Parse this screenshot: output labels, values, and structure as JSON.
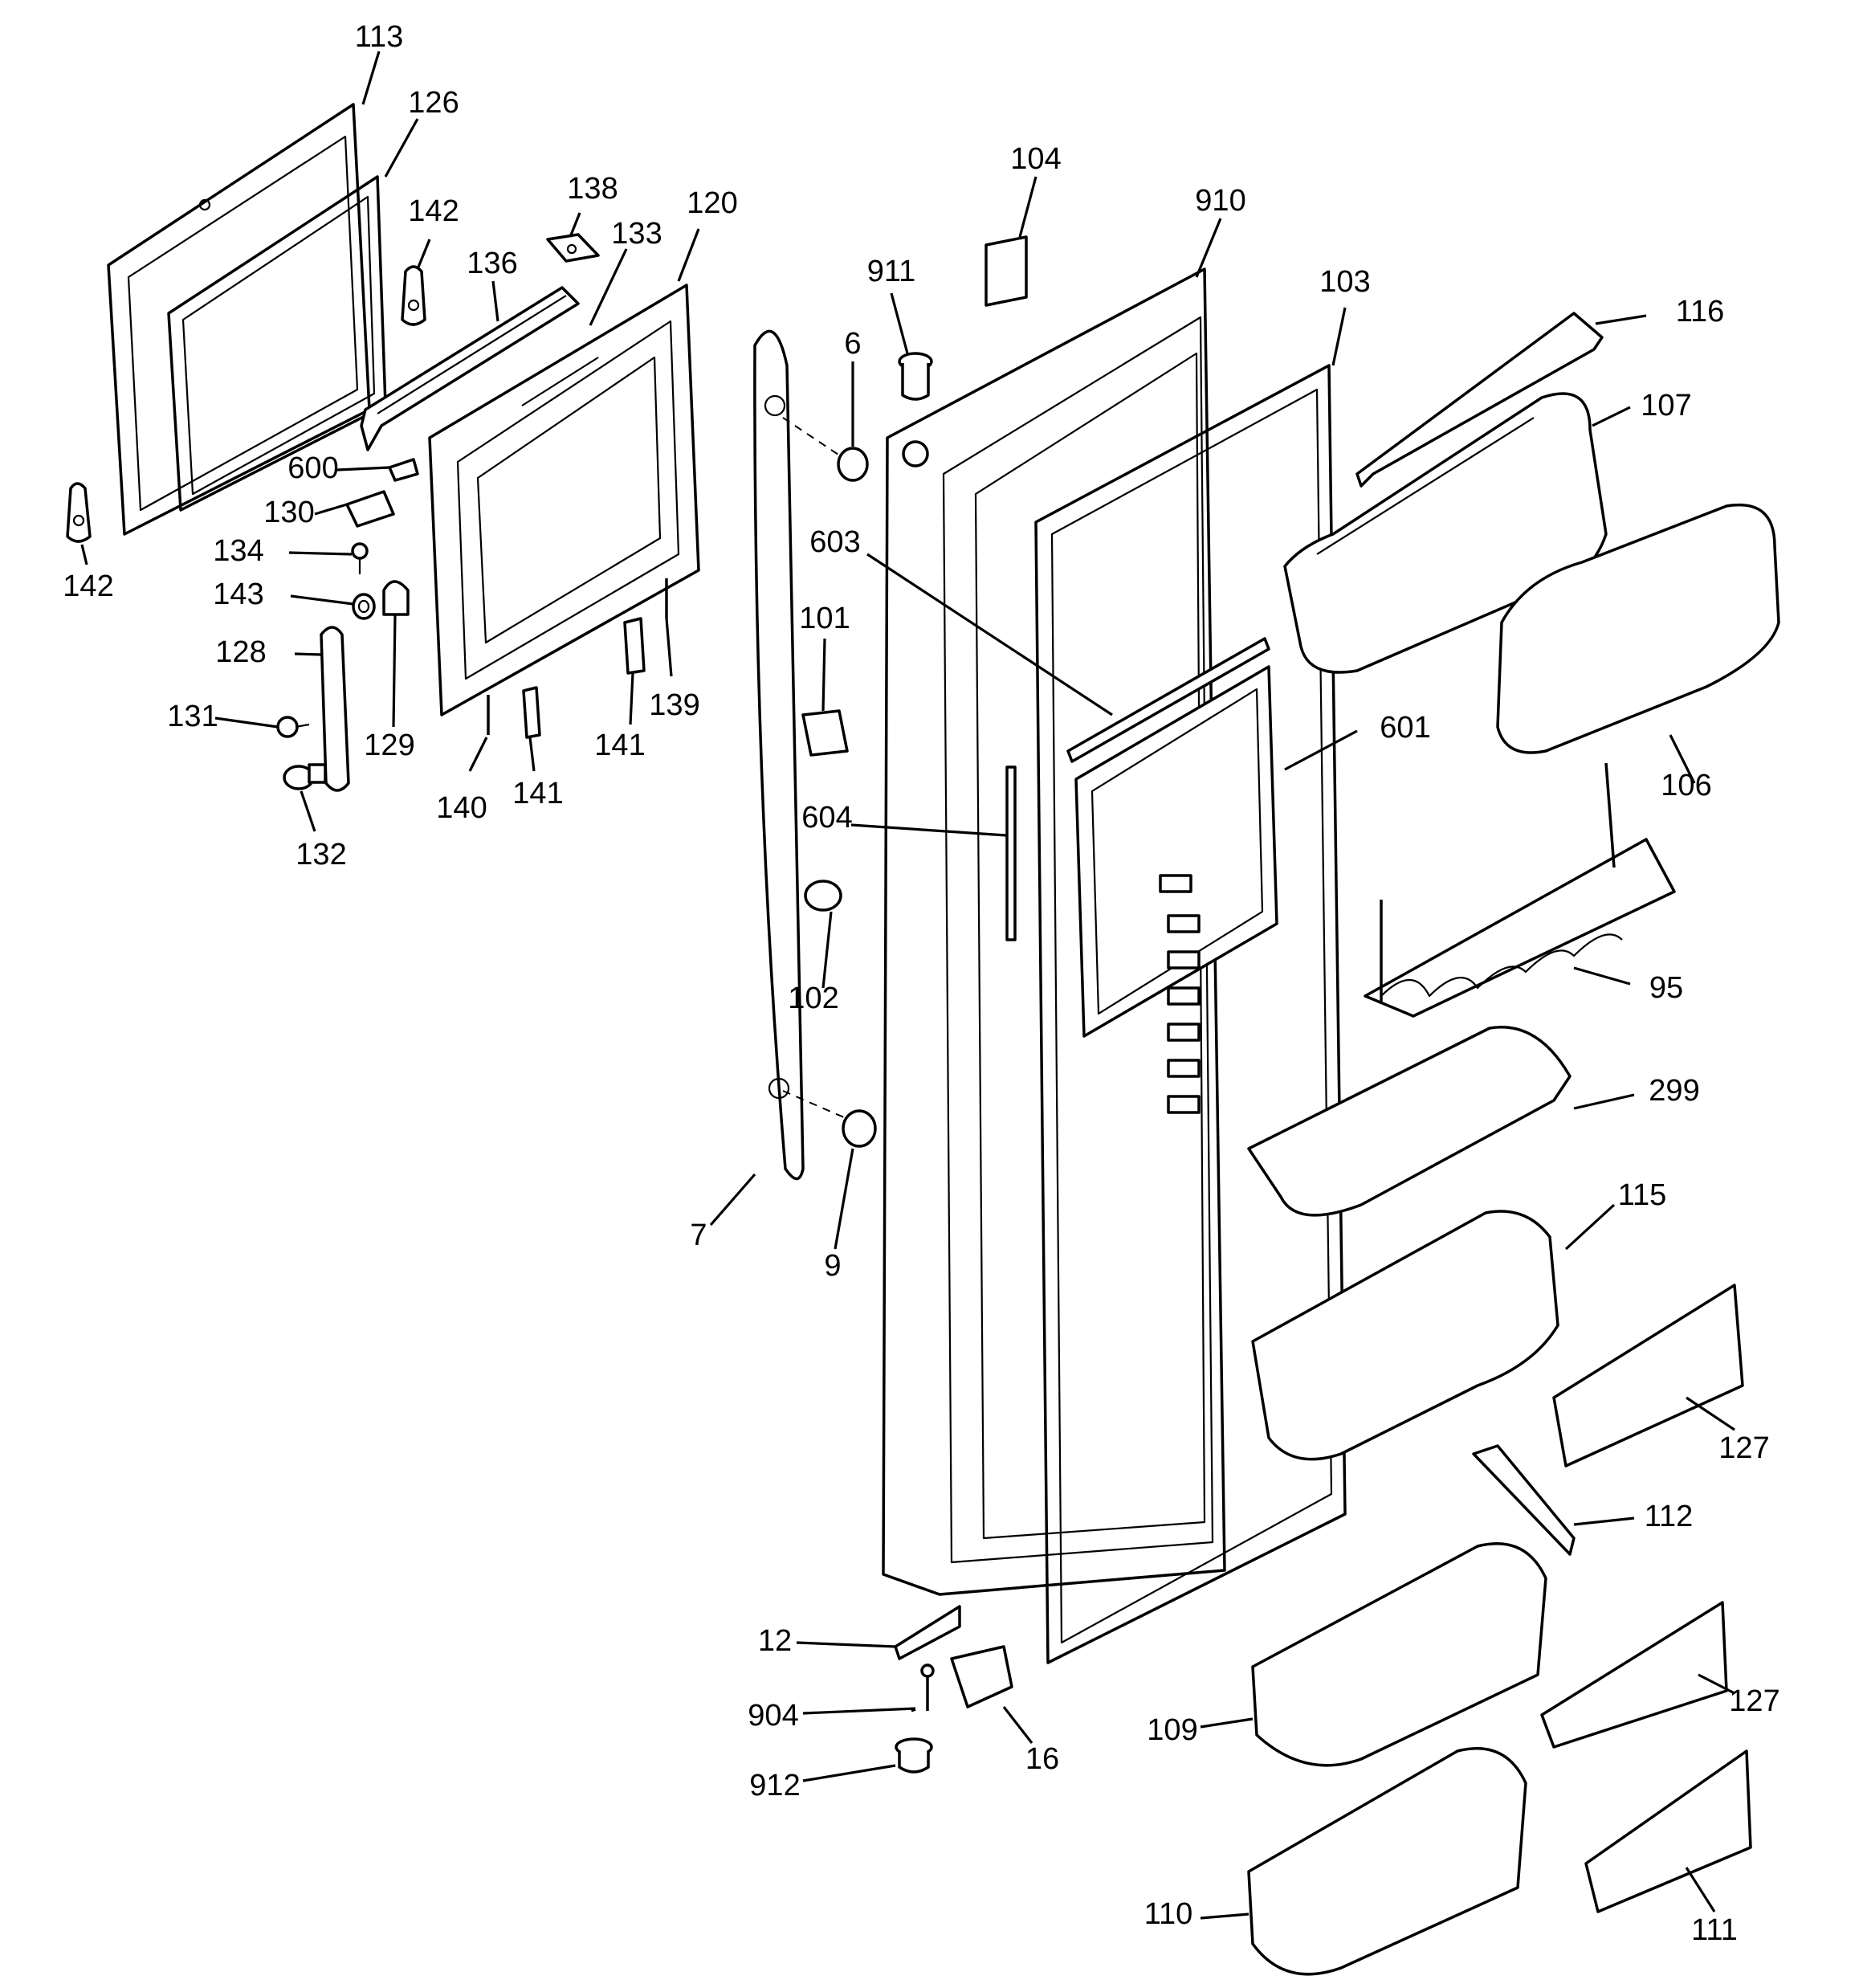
{
  "parts": [
    {
      "id": "p113",
      "number": "113"
    },
    {
      "id": "p126",
      "number": "126"
    },
    {
      "id": "p142a",
      "number": "142"
    },
    {
      "id": "p142b",
      "number": "142"
    },
    {
      "id": "p138",
      "number": "138"
    },
    {
      "id": "p133",
      "number": "133"
    },
    {
      "id": "p120",
      "number": "120"
    },
    {
      "id": "p136",
      "number": "136"
    },
    {
      "id": "p600",
      "number": "600"
    },
    {
      "id": "p130",
      "number": "130"
    },
    {
      "id": "p134",
      "number": "134"
    },
    {
      "id": "p143",
      "number": "143"
    },
    {
      "id": "p128",
      "number": "128"
    },
    {
      "id": "p129",
      "number": "129"
    },
    {
      "id": "p131",
      "number": "131"
    },
    {
      "id": "p132",
      "number": "132"
    },
    {
      "id": "p140",
      "number": "140"
    },
    {
      "id": "p141a",
      "number": "141"
    },
    {
      "id": "p141b",
      "number": "141"
    },
    {
      "id": "p139",
      "number": "139"
    },
    {
      "id": "p104",
      "number": "104"
    },
    {
      "id": "p910",
      "number": "910"
    },
    {
      "id": "p911",
      "number": "911"
    },
    {
      "id": "p6",
      "number": "6"
    },
    {
      "id": "p103",
      "number": "103"
    },
    {
      "id": "p116",
      "number": "116"
    },
    {
      "id": "p107",
      "number": "107"
    },
    {
      "id": "p603",
      "number": "603"
    },
    {
      "id": "p101",
      "number": "101"
    },
    {
      "id": "p601",
      "number": "601"
    },
    {
      "id": "p106",
      "number": "106"
    },
    {
      "id": "p604",
      "number": "604"
    },
    {
      "id": "p102",
      "number": "102"
    },
    {
      "id": "p95",
      "number": "95"
    },
    {
      "id": "p299",
      "number": "299"
    },
    {
      "id": "p7",
      "number": "7"
    },
    {
      "id": "p9",
      "number": "9"
    },
    {
      "id": "p115",
      "number": "115"
    },
    {
      "id": "p127a",
      "number": "127"
    },
    {
      "id": "p112",
      "number": "112"
    },
    {
      "id": "p12",
      "number": "12"
    },
    {
      "id": "p904",
      "number": "904"
    },
    {
      "id": "p16",
      "number": "16"
    },
    {
      "id": "p109",
      "number": "109"
    },
    {
      "id": "p127b",
      "number": "127"
    },
    {
      "id": "p912",
      "number": "912"
    },
    {
      "id": "p110",
      "number": "110"
    },
    {
      "id": "p111",
      "number": "111"
    }
  ]
}
